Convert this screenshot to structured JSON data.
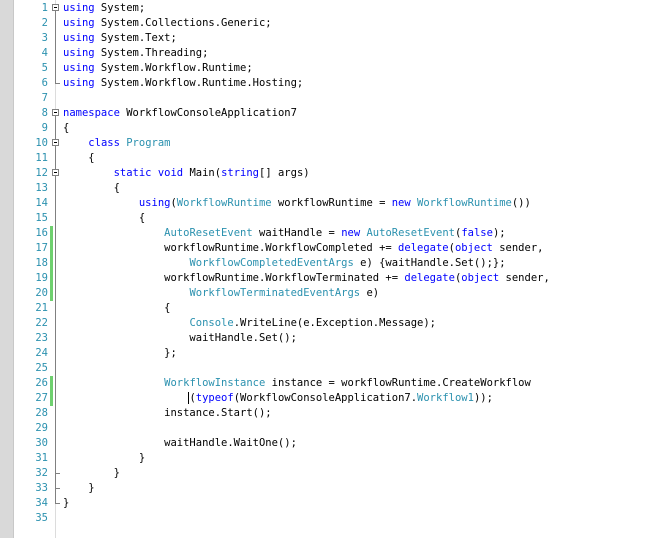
{
  "editor": {
    "lines": [
      {
        "n": "1",
        "tokens": [
          {
            "t": "using",
            "c": "kw"
          },
          {
            "t": " System;"
          }
        ]
      },
      {
        "n": "2",
        "tokens": [
          {
            "t": "using",
            "c": "kw"
          },
          {
            "t": " System.Collections.Generic;"
          }
        ]
      },
      {
        "n": "3",
        "tokens": [
          {
            "t": "using",
            "c": "kw"
          },
          {
            "t": " System.Text;"
          }
        ]
      },
      {
        "n": "4",
        "tokens": [
          {
            "t": "using",
            "c": "kw"
          },
          {
            "t": " System.Threading;"
          }
        ]
      },
      {
        "n": "5",
        "tokens": [
          {
            "t": "using",
            "c": "kw"
          },
          {
            "t": " System.Workflow.Runtime;"
          }
        ]
      },
      {
        "n": "6",
        "tokens": [
          {
            "t": "using",
            "c": "kw"
          },
          {
            "t": " System.Workflow.Runtime.Hosting;"
          }
        ]
      },
      {
        "n": "7",
        "tokens": []
      },
      {
        "n": "8",
        "tokens": [
          {
            "t": "namespace",
            "c": "kw"
          },
          {
            "t": " WorkflowConsoleApplication7"
          }
        ]
      },
      {
        "n": "9",
        "tokens": [
          {
            "t": "{"
          }
        ]
      },
      {
        "n": "10",
        "tokens": [
          {
            "t": "    "
          },
          {
            "t": "class",
            "c": "kw"
          },
          {
            "t": " "
          },
          {
            "t": "Program",
            "c": "ty"
          }
        ]
      },
      {
        "n": "11",
        "tokens": [
          {
            "t": "    {"
          }
        ]
      },
      {
        "n": "12",
        "tokens": [
          {
            "t": "        "
          },
          {
            "t": "static",
            "c": "kw"
          },
          {
            "t": " "
          },
          {
            "t": "void",
            "c": "kw"
          },
          {
            "t": " Main("
          },
          {
            "t": "string",
            "c": "kw"
          },
          {
            "t": "[] args)"
          }
        ]
      },
      {
        "n": "13",
        "tokens": [
          {
            "t": "        {"
          }
        ]
      },
      {
        "n": "14",
        "tokens": [
          {
            "t": "            "
          },
          {
            "t": "using",
            "c": "kw"
          },
          {
            "t": "("
          },
          {
            "t": "WorkflowRuntime",
            "c": "ty"
          },
          {
            "t": " workflowRuntime = "
          },
          {
            "t": "new",
            "c": "kw"
          },
          {
            "t": " "
          },
          {
            "t": "WorkflowRuntime",
            "c": "ty"
          },
          {
            "t": "())"
          }
        ]
      },
      {
        "n": "15",
        "tokens": [
          {
            "t": "            {"
          }
        ]
      },
      {
        "n": "16",
        "tokens": [
          {
            "t": "                "
          },
          {
            "t": "AutoResetEvent",
            "c": "ty"
          },
          {
            "t": " waitHandle = "
          },
          {
            "t": "new",
            "c": "kw"
          },
          {
            "t": " "
          },
          {
            "t": "AutoResetEvent",
            "c": "ty"
          },
          {
            "t": "("
          },
          {
            "t": "false",
            "c": "kw"
          },
          {
            "t": ");"
          }
        ]
      },
      {
        "n": "17",
        "tokens": [
          {
            "t": "                workflowRuntime.WorkflowCompleted += "
          },
          {
            "t": "delegate",
            "c": "kw"
          },
          {
            "t": "("
          },
          {
            "t": "object",
            "c": "kw"
          },
          {
            "t": " sender,"
          }
        ]
      },
      {
        "n": "18",
        "tokens": [
          {
            "t": "                    "
          },
          {
            "t": "WorkflowCompletedEventArgs",
            "c": "ty"
          },
          {
            "t": " e) {waitHandle.Set();};"
          }
        ]
      },
      {
        "n": "19",
        "tokens": [
          {
            "t": "                workflowRuntime.WorkflowTerminated += "
          },
          {
            "t": "delegate",
            "c": "kw"
          },
          {
            "t": "("
          },
          {
            "t": "object",
            "c": "kw"
          },
          {
            "t": " sender,"
          }
        ]
      },
      {
        "n": "20",
        "tokens": [
          {
            "t": "                    "
          },
          {
            "t": "WorkflowTerminatedEventArgs",
            "c": "ty"
          },
          {
            "t": " e)"
          }
        ]
      },
      {
        "n": "21",
        "tokens": [
          {
            "t": "                {"
          }
        ]
      },
      {
        "n": "22",
        "tokens": [
          {
            "t": "                    "
          },
          {
            "t": "Console",
            "c": "ty"
          },
          {
            "t": ".WriteLine(e.Exception.Message);"
          }
        ]
      },
      {
        "n": "23",
        "tokens": [
          {
            "t": "                    waitHandle.Set();"
          }
        ]
      },
      {
        "n": "24",
        "tokens": [
          {
            "t": "                };"
          }
        ]
      },
      {
        "n": "25",
        "tokens": []
      },
      {
        "n": "26",
        "tokens": [
          {
            "t": "                "
          },
          {
            "t": "WorkflowInstance",
            "c": "ty"
          },
          {
            "t": " instance = workflowRuntime.CreateWorkflow"
          }
        ]
      },
      {
        "n": "27",
        "tokens": [
          {
            "t": "                    "
          },
          {
            "t": "(",
            "c": "caret"
          },
          {
            "t": "typeof",
            "c": "kw"
          },
          {
            "t": "(WorkflowConsoleApplication7."
          },
          {
            "t": "Workflow1",
            "c": "ty"
          },
          {
            "t": "));"
          }
        ]
      },
      {
        "n": "28",
        "tokens": [
          {
            "t": "                instance.Start();"
          }
        ]
      },
      {
        "n": "29",
        "tokens": []
      },
      {
        "n": "30",
        "tokens": [
          {
            "t": "                waitHandle.WaitOne();"
          }
        ]
      },
      {
        "n": "31",
        "tokens": [
          {
            "t": "            }"
          }
        ]
      },
      {
        "n": "32",
        "tokens": [
          {
            "t": "        }"
          }
        ]
      },
      {
        "n": "33",
        "tokens": [
          {
            "t": "    }"
          }
        ]
      },
      {
        "n": "34",
        "tokens": [
          {
            "t": "}"
          }
        ]
      },
      {
        "n": "35",
        "tokens": []
      }
    ],
    "modified_lines": [
      "16",
      "17",
      "18",
      "19",
      "20",
      "26",
      "27"
    ],
    "colors": {
      "keyword": "#0000ff",
      "type": "#2b91af",
      "line_number": "#2b91af",
      "change_marker": "#6fd06f"
    }
  }
}
